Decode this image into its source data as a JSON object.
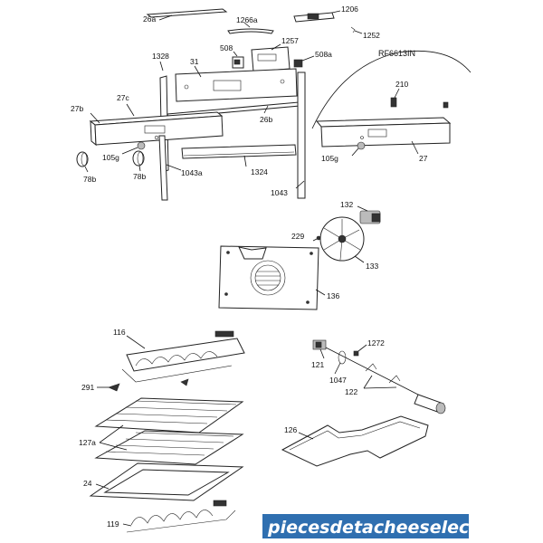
{
  "model": "RF6613IN",
  "labels": {
    "p26a": "26a",
    "p1266a": "1266a",
    "p1206": "1206",
    "p1252": "1252",
    "p1328": "1328",
    "p31": "31",
    "p508": "508",
    "p1257": "1257",
    "p508a": "508a",
    "p27b": "27b",
    "p27c": "27c",
    "p26b": "26b",
    "p210": "210",
    "p105g_l": "105g",
    "p78b_l": "78b",
    "p78b_r": "78b",
    "p1043a": "1043a",
    "p1324": "1324",
    "p1043": "1043",
    "p105g_r": "105g",
    "p27": "27",
    "p132": "132",
    "p229": "229",
    "p133": "133",
    "p136": "136",
    "p116": "116",
    "p291": "291",
    "p127a": "127a",
    "p24": "24",
    "p119": "119",
    "p1272": "1272",
    "p121": "121",
    "p1047": "1047",
    "p122": "122",
    "p126": "126"
  },
  "watermark": "piecesdetacheeselec.com"
}
